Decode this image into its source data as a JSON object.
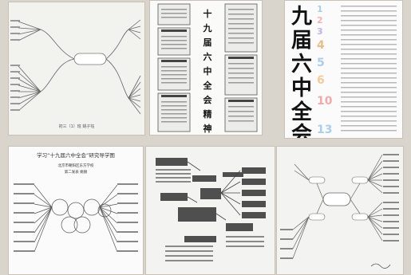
{
  "gallery": {
    "panel1": {
      "caption": "初三（1）班 姚子钰"
    },
    "panel2": {
      "vertical_title": [
        "十",
        "九",
        "届",
        "六",
        "中",
        "全",
        "会",
        "精",
        "神"
      ]
    },
    "panel3": {
      "vertical_title": [
        "九",
        "届",
        "六",
        "中",
        "全",
        "会"
      ]
    },
    "panel4": {
      "title": "学习“十九届六中全会”研究导学图",
      "subtitle": "北京市朝阳区东方学校",
      "author": "第二发表 姚赫"
    }
  }
}
